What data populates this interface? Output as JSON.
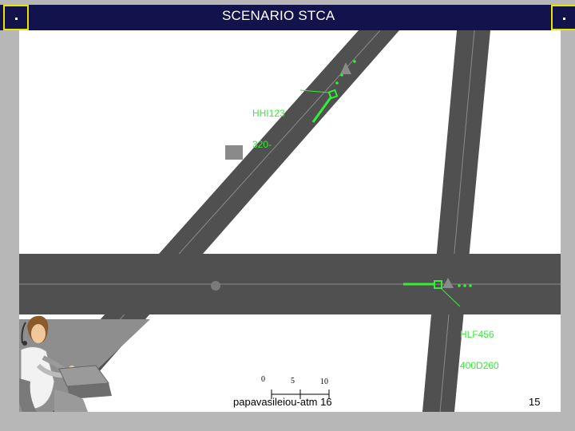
{
  "title": "SCENARIO STCA",
  "aircraft": [
    {
      "callsign": "HHI123",
      "level": "320-"
    },
    {
      "callsign": "HLF456",
      "level": "400D260"
    }
  ],
  "scale": {
    "ticks": [
      "0",
      "5",
      "10"
    ]
  },
  "footer": {
    "author": "papavasileiou-atm 16",
    "page": "15"
  },
  "colors": {
    "titlebar": "#12124d",
    "frame": "#b7b7b7",
    "airway": "#505050",
    "track": "#33ee33"
  }
}
